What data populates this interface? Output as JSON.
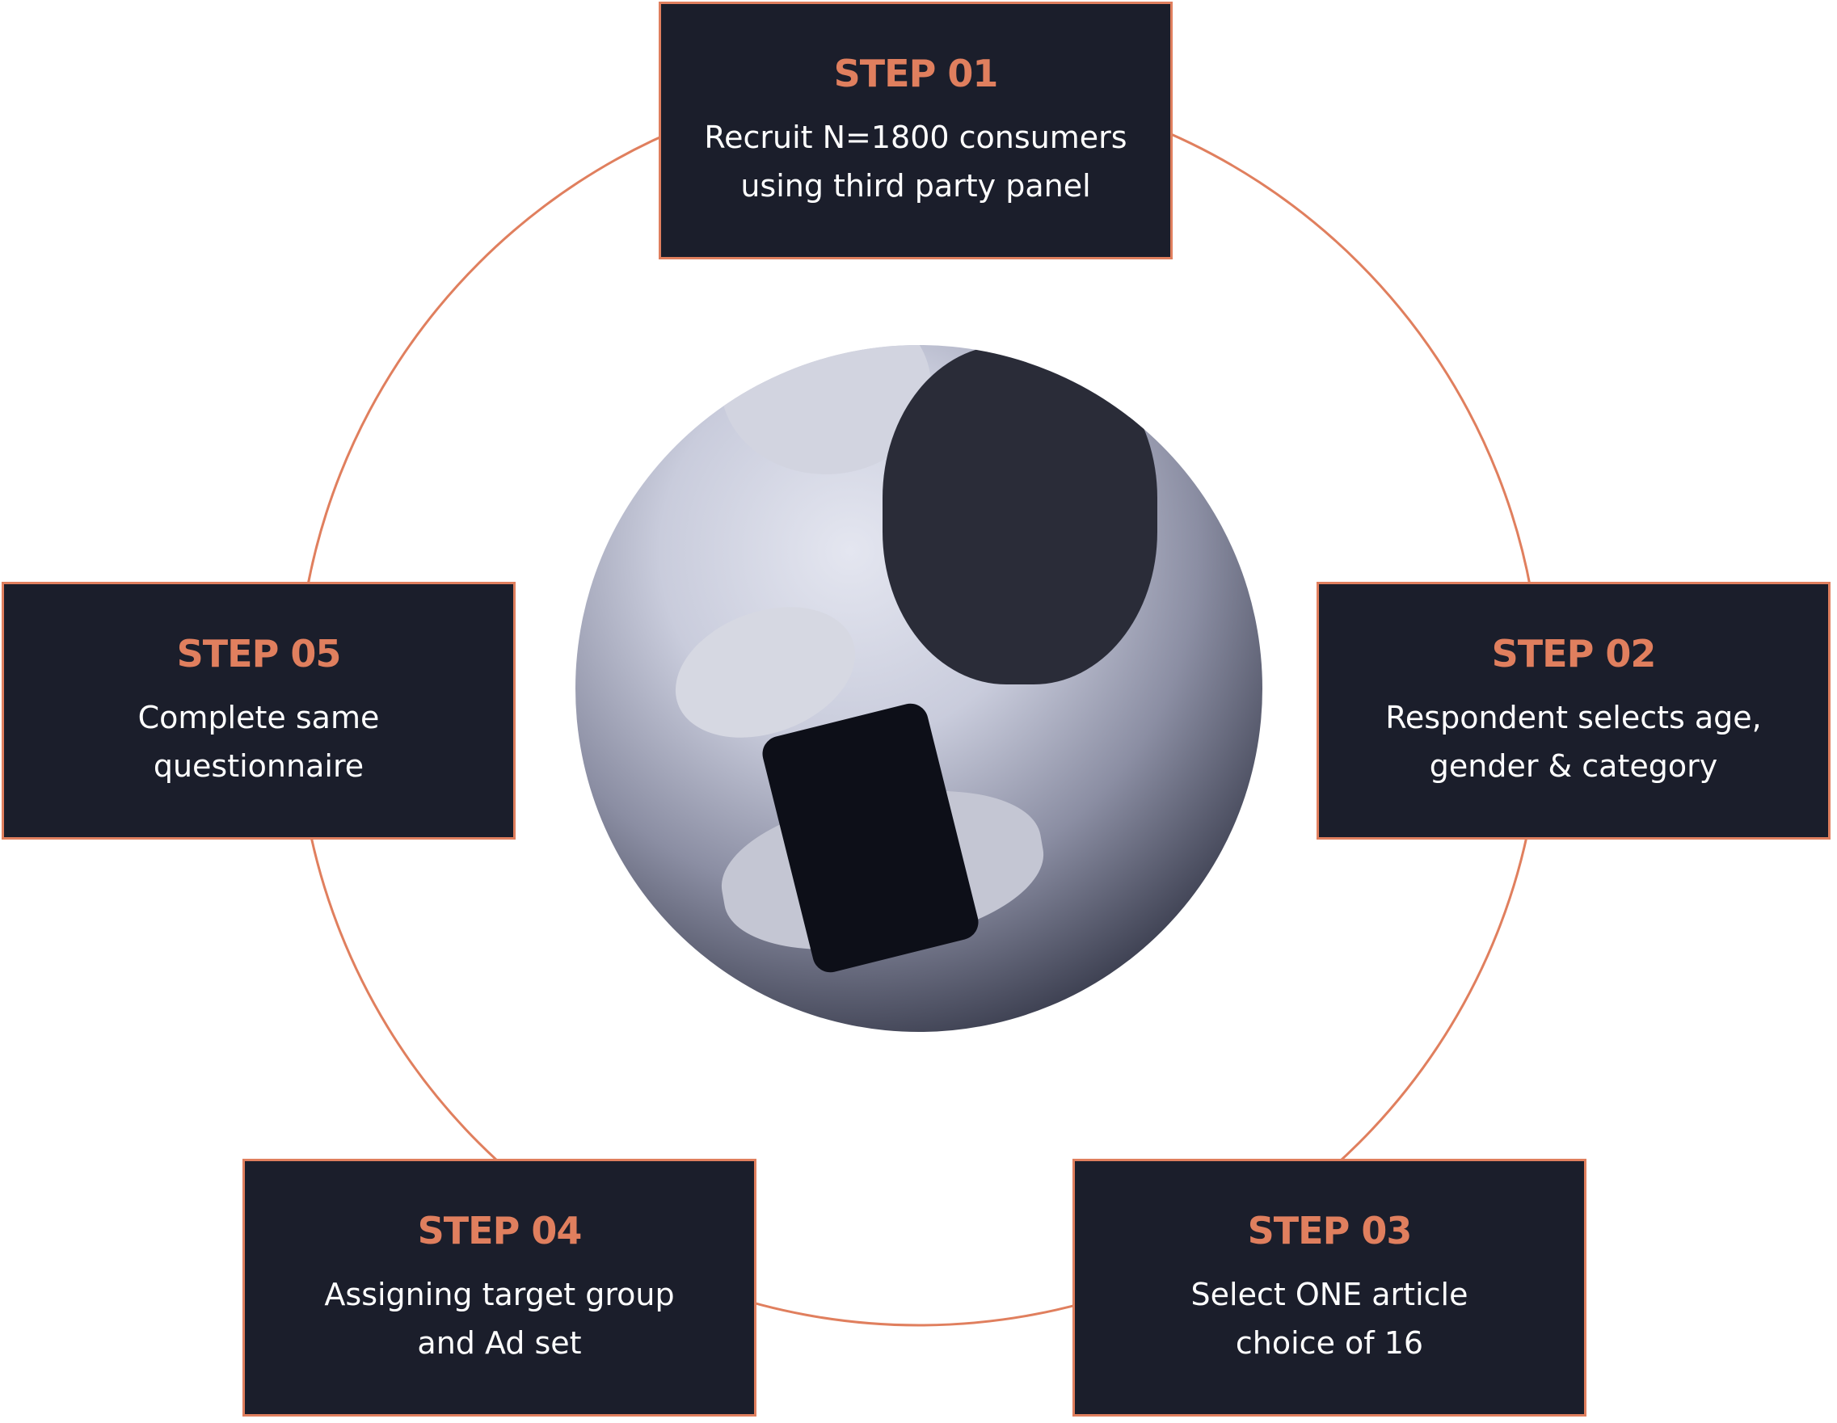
{
  "colors": {
    "accent": "#e07f5e",
    "box_bg": "#1b1e2b",
    "text": "#ffffff"
  },
  "photo": {
    "subject": "hands-holding-smartphone-photo"
  },
  "steps": [
    {
      "title": "STEP 01",
      "desc": "Recruit N=1800 consumers\nusing third party panel"
    },
    {
      "title": "STEP 02",
      "desc": "Respondent selects age,\ngender & category"
    },
    {
      "title": "STEP 03",
      "desc": "Select ONE article\nchoice of 16"
    },
    {
      "title": "STEP 04",
      "desc": "Assigning target group\nand Ad set"
    },
    {
      "title": "STEP 05",
      "desc": "Complete same\nquestionnaire"
    }
  ]
}
